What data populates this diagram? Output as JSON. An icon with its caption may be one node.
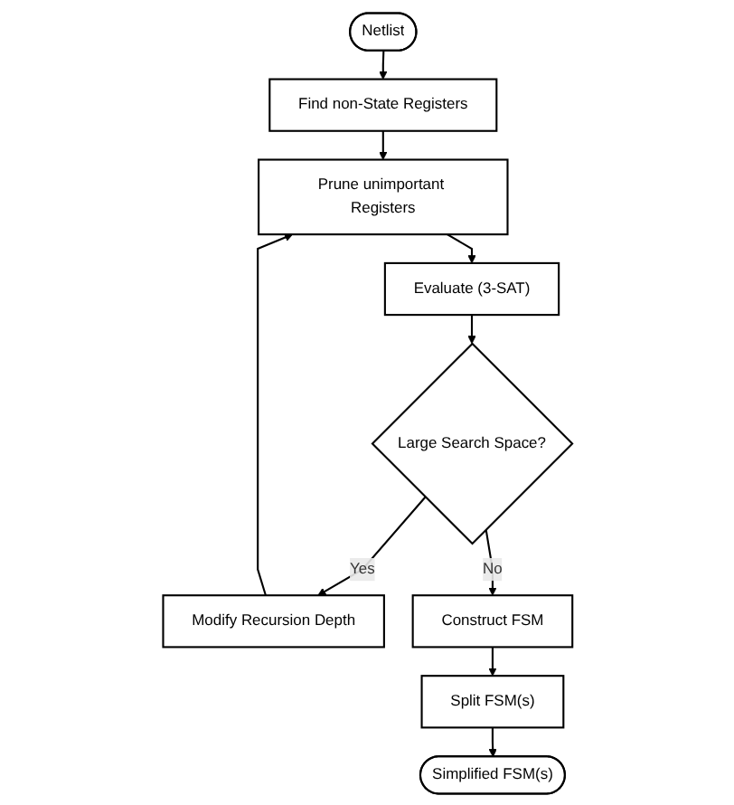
{
  "diagram": {
    "nodes": [
      {
        "text": [
          "Netlist"
        ]
      },
      {
        "text": [
          "Find non-State Registers"
        ]
      },
      {
        "text": [
          "Prune unimportant Registers"
        ]
      },
      {
        "text": [
          "Evaluate (3-SAT)"
        ]
      },
      {
        "text": [
          "Large Search Space?"
        ]
      },
      {
        "text": [
          "Modify Recursion Depth"
        ]
      },
      {
        "text": [
          "Construct FSM"
        ]
      },
      {
        "text": [
          "Split FSM(s)"
        ]
      },
      {
        "text": [
          "Simplified FSM(s)"
        ]
      }
    ],
    "edges": [
      {
        "from": 0,
        "to": 1,
        "arrow": "to"
      },
      {
        "from": 1,
        "to": 2,
        "arrow": "to"
      },
      {
        "from": 2,
        "to": 3,
        "arrow": "to"
      },
      {
        "from": 3,
        "to": 4,
        "arrow": "to"
      },
      {
        "from": 4,
        "to": 5,
        "arrow": "to",
        "label": "Yes"
      },
      {
        "from": 5,
        "to": 2,
        "arrow": "to"
      },
      {
        "from": 4,
        "to": 6,
        "arrow": "to",
        "label": "No"
      },
      {
        "from": 6,
        "to": 7,
        "arrow": "to"
      },
      {
        "from": 7,
        "to": 8,
        "arrow": "to"
      }
    ]
  }
}
